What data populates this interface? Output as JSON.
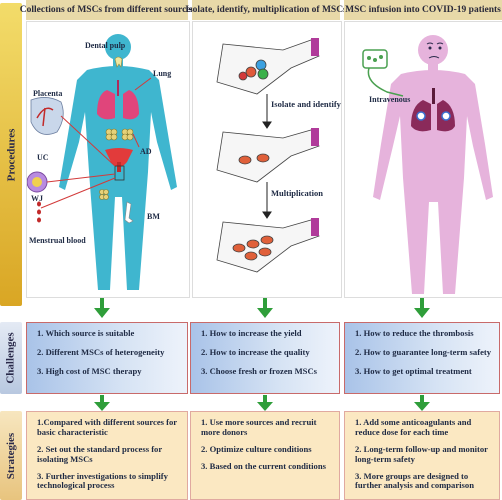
{
  "sidebar": {
    "procedures": "Procedures",
    "challenges": "Challenges",
    "strategies": "Strategies"
  },
  "headers": {
    "col1": "Collections of MSCs from different sources",
    "col2": "Isolate, identify, multiplication of MSCs",
    "col3": "MSC infusion into COVID-19 patients"
  },
  "col1_labels": {
    "dental_pulp": "Dental pulp",
    "lung": "Lung",
    "placenta": "Placenta",
    "uc": "UC",
    "ad": "AD",
    "wj": "WJ",
    "bm": "BM",
    "menstrual_blood": "Menstrual blood"
  },
  "col2_labels": {
    "isolate_identify": "Isolate and identify",
    "multiplication": "Multiplication"
  },
  "col3_labels": {
    "intravenous": "Intravenous"
  },
  "challenges": {
    "col1": [
      "1. Which source is suitable",
      "2. Different MSCs of heterogeneity",
      "3. High cost of MSC therapy"
    ],
    "col2": [
      "1. How to increase the yield",
      "2. How to increase the quality",
      "3. Choose fresh or frozen MSCs"
    ],
    "col3": [
      "1. How to reduce the thrombosis",
      "2. How to guarantee long-term safety",
      "3. How to get optimal treatment"
    ]
  },
  "strategies": {
    "col1": [
      "1.Compared with different sources for basic characteristic",
      "2. Set out the standard process for isolating MSCs",
      "3. Further investigations to simplify technological process"
    ],
    "col2": [
      "1. Use more sources and recruit more donors",
      "2. Optimize culture conditions",
      "3. Based on the current conditions"
    ],
    "col3": [
      "1. Add some anticoagulants and reduce dose for each time",
      "2. Long-term follow-up and monitor long-term safety",
      "3. More groups are designed to further analysis and comparison"
    ]
  }
}
